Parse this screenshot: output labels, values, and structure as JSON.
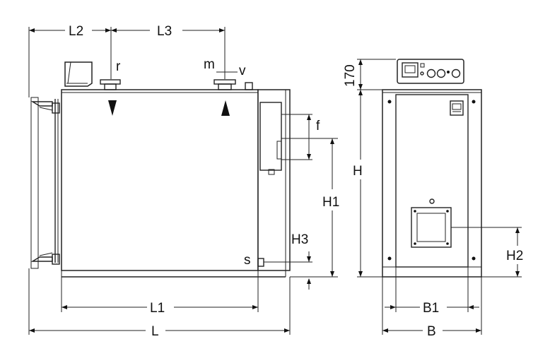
{
  "labels": {
    "L": "L",
    "L1": "L1",
    "L2": "L2",
    "L3": "L3",
    "H": "H",
    "H1": "H1",
    "H2": "H2",
    "H3": "H3",
    "B": "B",
    "B1": "B1",
    "f": "f",
    "r": "r",
    "m": "m",
    "v": "v",
    "s": "s",
    "dim_170": "170"
  },
  "colors": {
    "line": "#222222",
    "background": "#ffffff",
    "marker": "#111111"
  },
  "icons": {
    "flow_down": "triangle-down",
    "flow_up": "triangle-up"
  }
}
